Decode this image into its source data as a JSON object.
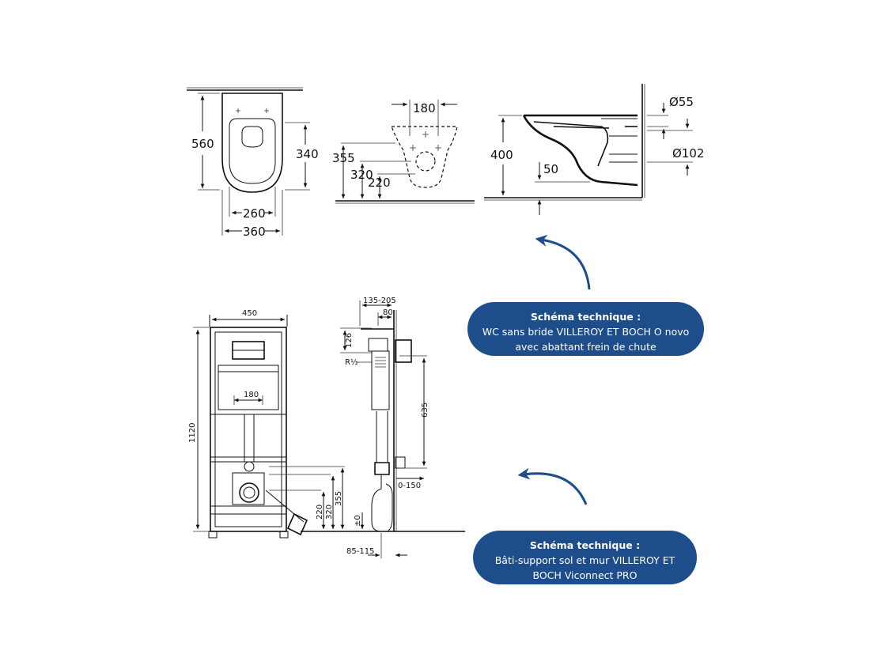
{
  "wc_plan": {
    "width_total": "360",
    "width_inner": "260",
    "depth": "560"
  },
  "wc_rear": {
    "spacing": "180",
    "h_top": "355",
    "h_mid": "320",
    "h_low": "220",
    "h_right": "340"
  },
  "wc_side": {
    "height": "400",
    "gap": "50",
    "dia_top": "Ø55",
    "dia_bottom": "Ø102"
  },
  "frame_front": {
    "width": "450",
    "height": "1120",
    "spacing": "180",
    "h1": "220",
    "h2": "320",
    "h3": "355"
  },
  "frame_side": {
    "depth_range": "135-205",
    "depth": "80",
    "h_top": "126",
    "tank_label": "R½",
    "h_mid": "635",
    "offset": "0-150",
    "zero": "±0",
    "base": "85-115"
  },
  "callouts": [
    {
      "title": "Schéma technique :",
      "body": "WC sans bride VILLEROY ET BOCH O novo avec abattant frein de chute"
    },
    {
      "title": "Schéma technique :",
      "body": "Bâti-support sol et mur VILLEROY ET BOCH Viconnect PRO"
    }
  ],
  "colors": {
    "callout_bg": "#1e4d8c",
    "arrow": "#1e4d8c",
    "line": "#111111"
  },
  "icons": [
    "curved-arrow-icon"
  ]
}
